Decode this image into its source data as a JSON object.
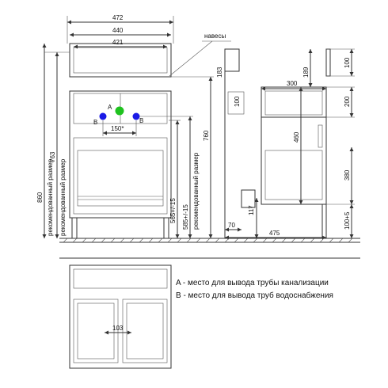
{
  "front_view": {
    "dims": {
      "overall_width": "472",
      "body_width": "440",
      "inner_width": "421",
      "hole_spacing": "150*",
      "overall_height": "860",
      "height_763": "763",
      "height_760": "760",
      "height_565": "565+/-15",
      "height_585": "585+/-15",
      "recommended_label": "рекомендованный размер"
    },
    "points": {
      "a": "A",
      "b_left": "B",
      "b_right": "B"
    },
    "hanger_label": "навесы",
    "colors": {
      "a_point": "#1fc21f",
      "b_point": "#1a1ae6"
    }
  },
  "side_view": {
    "dims": {
      "d183": "183",
      "d100_small": "100",
      "d189": "189",
      "d300": "300",
      "d460": "460",
      "d117": "117",
      "d70": "70",
      "d475": "475",
      "d100_right": "100",
      "d200": "200",
      "d380": "380",
      "d100_5": "100+5"
    }
  },
  "bottom_view": {
    "drawer_gap": "103"
  },
  "legend": {
    "a_text": "A - место для вывода трубы канализации",
    "b_text": "B - место для вывода труб водоснабжения"
  }
}
